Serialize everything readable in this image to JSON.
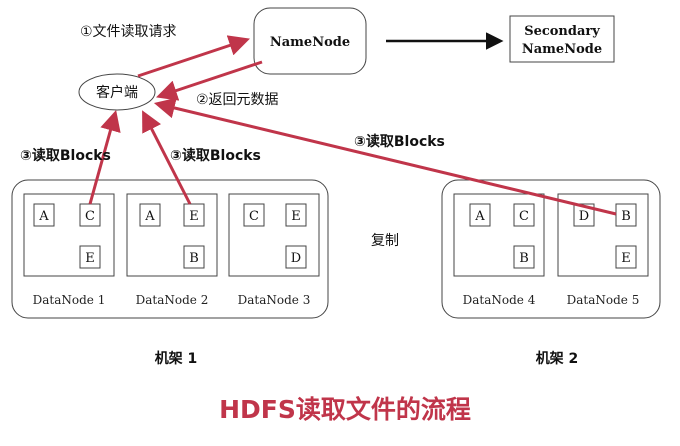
{
  "title": "HDFS读取文件的流程",
  "namenode": "NameNode",
  "secondary": [
    "Secondary",
    "NameNode"
  ],
  "client": "客户端",
  "steps": {
    "request": "①文件读取请求",
    "metadata": "②返回元数据",
    "read1": "③读取Blocks",
    "read2": "③读取Blocks",
    "read3": "③读取Blocks"
  },
  "replication": "复制",
  "racks": [
    "机架 1",
    "机架 2"
  ],
  "datanodes": [
    {
      "name": "DataNode 1",
      "blocks": [
        "A",
        "C",
        "E"
      ]
    },
    {
      "name": "DataNode 2",
      "blocks": [
        "A",
        "E",
        "B"
      ]
    },
    {
      "name": "DataNode 3",
      "blocks": [
        "C",
        "E",
        "D"
      ]
    },
    {
      "name": "DataNode 4",
      "blocks": [
        "A",
        "C",
        "B"
      ]
    },
    {
      "name": "DataNode 5",
      "blocks": [
        "D",
        "B",
        "E"
      ]
    }
  ],
  "colors": {
    "arrow": "#c0354a",
    "title": "#c0354a",
    "black_arrow": "#111111"
  }
}
